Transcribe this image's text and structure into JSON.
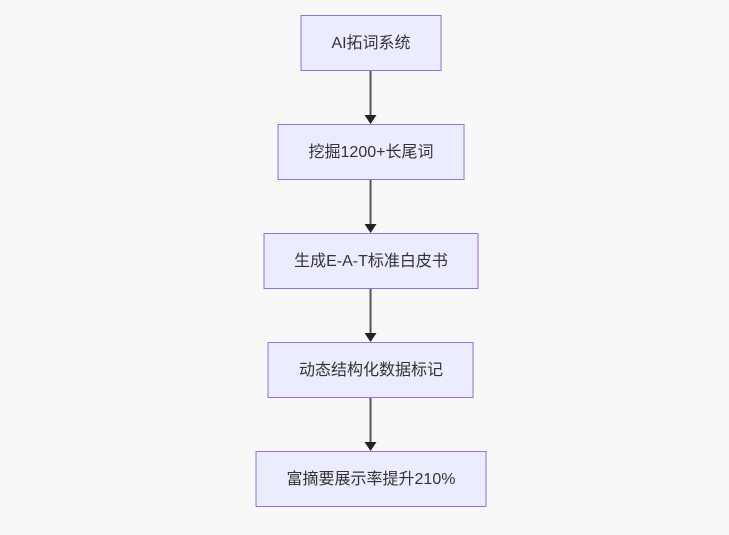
{
  "diagram": {
    "type": "flowchart",
    "direction": "top-down",
    "nodes": [
      {
        "id": "A",
        "label": "AI拓词系统"
      },
      {
        "id": "B",
        "label": "挖掘1200+长尾词"
      },
      {
        "id": "C",
        "label": "生成E-A-T标准白皮书"
      },
      {
        "id": "D",
        "label": "动态结构化数据标记"
      },
      {
        "id": "E",
        "label": "富摘要展示率提升210%"
      }
    ],
    "edges": [
      {
        "from": "A",
        "to": "B"
      },
      {
        "from": "B",
        "to": "C"
      },
      {
        "from": "C",
        "to": "D"
      },
      {
        "from": "D",
        "to": "E"
      }
    ],
    "colors": {
      "node_fill": "#ececff",
      "node_border": "#9370db",
      "node_text": "#333333",
      "arrow_line": "#555555",
      "arrow_head": "#222222",
      "background": "#f8f8f8"
    }
  }
}
